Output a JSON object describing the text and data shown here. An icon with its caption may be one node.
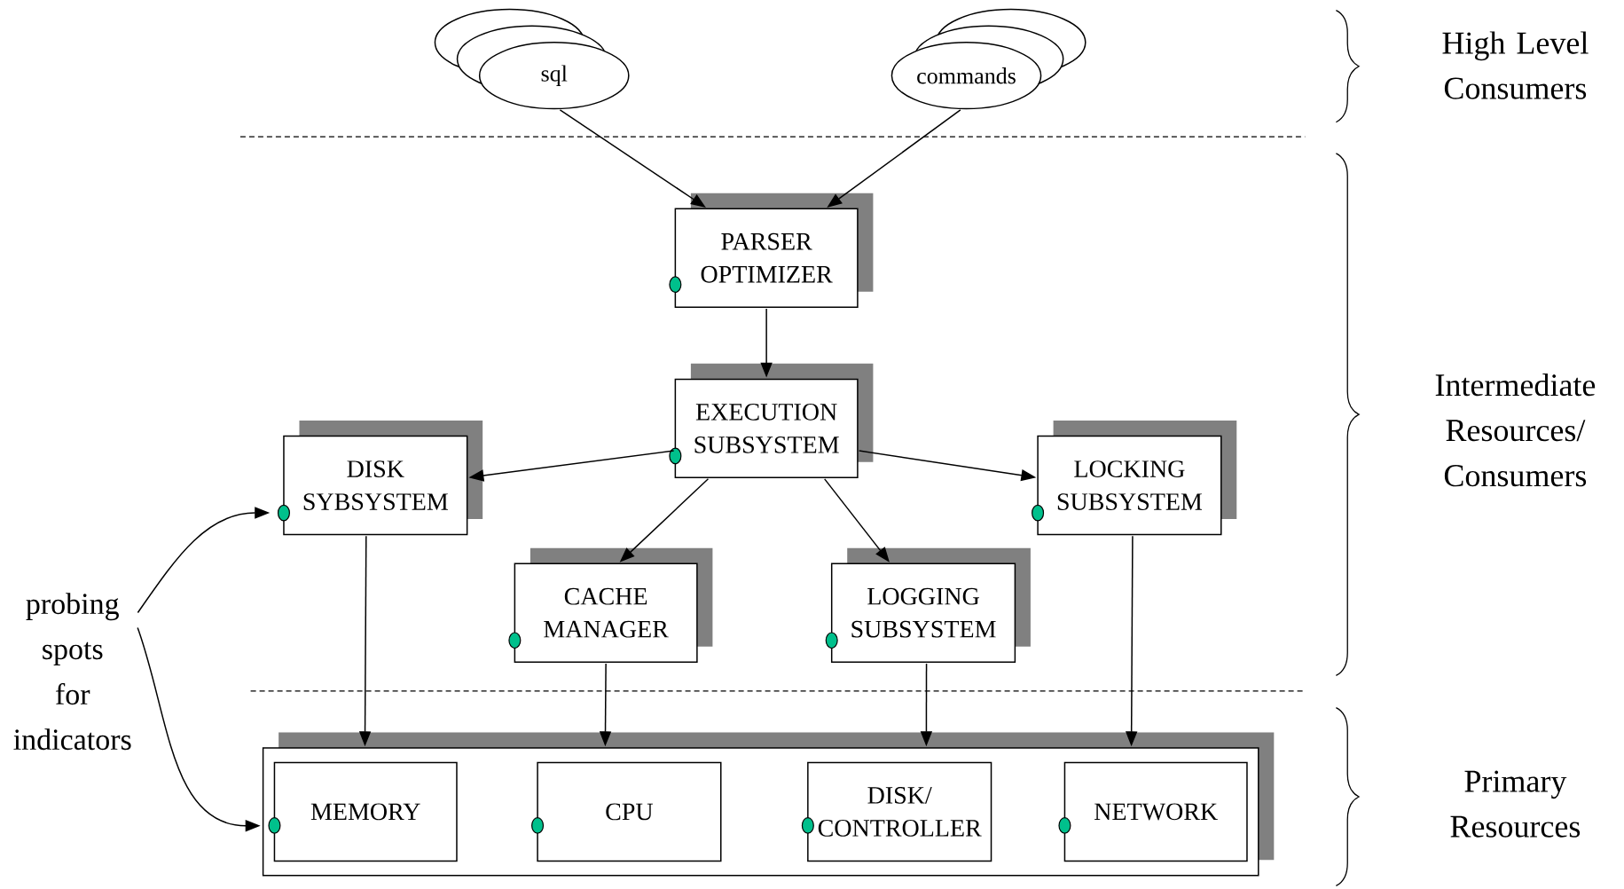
{
  "diagram": {
    "nodes": [
      {
        "text": [
          "sql"
        ]
      },
      {
        "text": [
          "commands"
        ]
      },
      {
        "text": [
          "PARSER OPTIMIZER"
        ]
      },
      {
        "text": [
          "EXECUTION SUBSYSTEM"
        ]
      },
      {
        "text": [
          "DISK SYBSYSTEM"
        ]
      },
      {
        "text": [
          "LOCKING SUBSYSTEM"
        ]
      },
      {
        "text": [
          "CACHE MANAGER"
        ]
      },
      {
        "text": [
          "LOGGING SUBSYSTEM"
        ]
      },
      {
        "text": [],
        "shape": "box"
      },
      {
        "text": [
          "MEMORY"
        ],
        "in": 8
      },
      {
        "text": [
          "CPU"
        ],
        "in": 8
      },
      {
        "text": [
          "DISK/ CONTROLLER"
        ],
        "in": 8
      },
      {
        "text": [
          "NETWORK"
        ],
        "in": 8
      },
      {
        "text": [
          "probing spots for indicators"
        ]
      }
    ],
    "edges": [
      {
        "from": 0,
        "to": 2,
        "arrow": "to"
      },
      {
        "from": 1,
        "to": 2,
        "arrow": "to"
      },
      {
        "from": 2,
        "to": 3,
        "arrow": "to"
      },
      {
        "from": 3,
        "to": 4,
        "arrow": "to"
      },
      {
        "from": 3,
        "to": 5,
        "arrow": "to"
      },
      {
        "from": 3,
        "to": 6,
        "arrow": "to"
      },
      {
        "from": 3,
        "to": 7,
        "arrow": "to"
      },
      {
        "from": 4,
        "to": 8,
        "arrow": "to"
      },
      {
        "from": 6,
        "to": 8,
        "arrow": "to"
      },
      {
        "from": 7,
        "to": 8,
        "arrow": "to"
      },
      {
        "from": 5,
        "to": 8,
        "arrow": "to"
      },
      {
        "from": 13,
        "to": 4,
        "arrow": "to"
      },
      {
        "from": 13,
        "to": 9,
        "arrow": "to"
      }
    ],
    "labels": [
      "High Level Consumers",
      "Intermediate Resources/ Consumers",
      "Primary Resources"
    ]
  }
}
